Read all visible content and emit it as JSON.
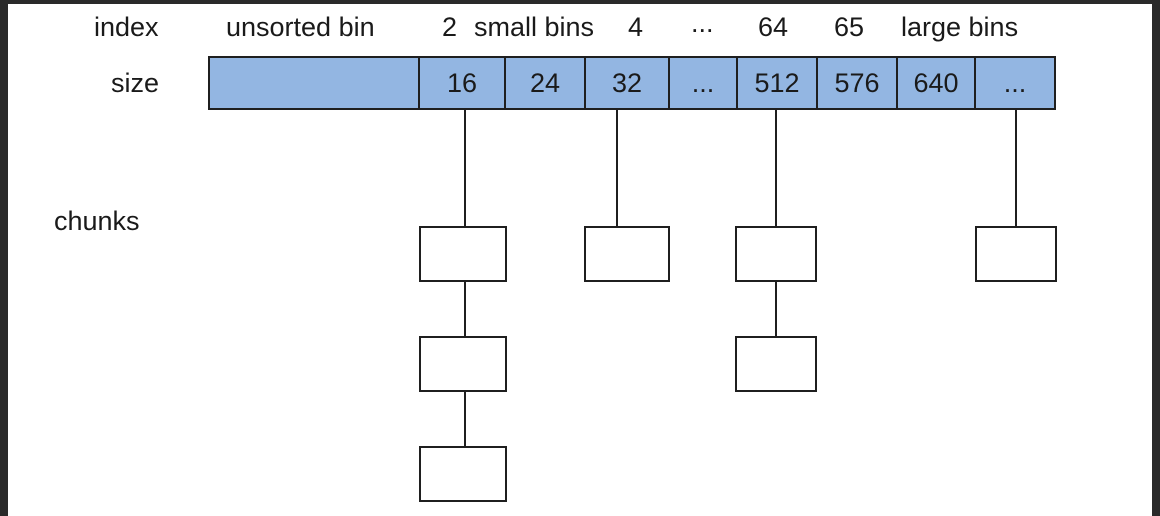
{
  "labels": {
    "index": "index",
    "size": "size",
    "chunks": "chunks"
  },
  "index_headers": {
    "unsorted": "unsorted bin",
    "idx2": "2",
    "small": "small bins",
    "idx4": "4",
    "dots": "...",
    "idx64": "64",
    "idx65": "65",
    "large": "large bins"
  },
  "sizes": [
    "",
    "16",
    "24",
    "32",
    "...",
    "512",
    "576",
    "640",
    "..."
  ],
  "colors": {
    "bin_fill": "#93b6e2",
    "border": "#1f1f1f"
  }
}
